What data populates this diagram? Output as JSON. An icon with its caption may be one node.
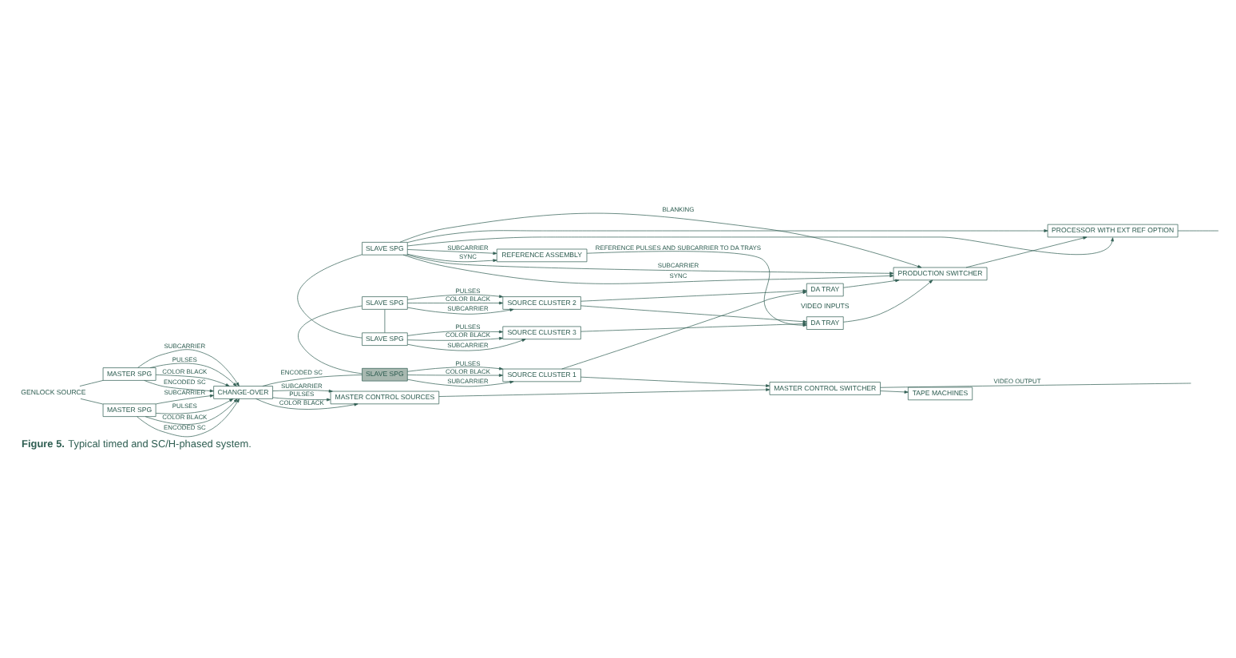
{
  "diagram": {
    "caption": "**Figure 5.** Typical timed and SC/H-phased system.",
    "nodes": [
      {
        "text": [
          "GENLOCK SOURCE"
        ]
      },
      {
        "text": [
          "MASTER SPG"
        ]
      },
      {
        "text": [
          "MASTER SPG"
        ]
      },
      {
        "text": [
          "CHANGE-OVER"
        ]
      },
      {
        "text": [
          "MASTER CONTROL SOURCES"
        ]
      },
      {
        "text": [
          "MASTER CONTROL SWITCHER"
        ]
      },
      {
        "text": [
          "TAPE MACHINES"
        ]
      },
      {
        "text": [
          "SLAVE SPG"
        ]
      },
      {
        "text": [
          "SOURCE CLUSTER 1"
        ]
      },
      {
        "text": [
          "SLAVE SPG"
        ]
      },
      {
        "text": [
          "SOURCE CLUSTER 2"
        ]
      },
      {
        "text": [
          "SLAVE SPG"
        ]
      },
      {
        "text": [
          "SOURCE CLUSTER 3"
        ]
      },
      {
        "text": [
          "SLAVE SPG"
        ]
      },
      {
        "text": [
          "REFERENCE ASSEMBLY"
        ]
      },
      {
        "text": [
          "DA TRAY"
        ]
      },
      {
        "text": [
          "DA TRAY"
        ]
      },
      {
        "text": [
          "PRODUCTION SWITCHER"
        ]
      },
      {
        "text": [
          "PROCESSOR WITH EXT REF OPTION"
        ]
      }
    ],
    "edges": [
      {
        "from": 0,
        "to": 1,
        "arrow": "none"
      },
      {
        "from": 0,
        "to": 2,
        "arrow": "none"
      },
      {
        "from": 1,
        "to": 3,
        "arrow": "to",
        "label": "SUBCARRIER"
      },
      {
        "from": 1,
        "to": 3,
        "arrow": "to",
        "label": "PULSES"
      },
      {
        "from": 1,
        "to": 3,
        "arrow": "to",
        "label": "COLOR BLACK"
      },
      {
        "from": 1,
        "to": 3,
        "arrow": "to",
        "label": "ENCODED SC"
      },
      {
        "from": 2,
        "to": 3,
        "arrow": "to",
        "label": "SUBCARRIER"
      },
      {
        "from": 2,
        "to": 3,
        "arrow": "to",
        "label": "PULSES"
      },
      {
        "from": 2,
        "to": 3,
        "arrow": "to",
        "label": "COLOR BLACK"
      },
      {
        "from": 2,
        "to": 3,
        "arrow": "to",
        "label": "ENCODED SC"
      },
      {
        "from": 3,
        "to": 4,
        "arrow": "to",
        "label": "SUBCARRIER"
      },
      {
        "from": 3,
        "to": 4,
        "arrow": "to",
        "label": "PULSES"
      },
      {
        "from": 3,
        "to": 4,
        "arrow": "to",
        "label": "COLOR BLACK"
      },
      {
        "from": 3,
        "to": 7,
        "arrow": "none",
        "label": "ENCODED SC"
      },
      {
        "from": 7,
        "to": 9,
        "arrow": "none"
      },
      {
        "from": 9,
        "to": 11,
        "arrow": "none"
      },
      {
        "from": 11,
        "to": 13,
        "arrow": "none"
      },
      {
        "from": 4,
        "to": 5,
        "arrow": "to"
      },
      {
        "from": 7,
        "to": 8,
        "arrow": "to",
        "label": "SUBCARRIER"
      },
      {
        "from": 7,
        "to": 8,
        "arrow": "to",
        "label": "PULSES"
      },
      {
        "from": 7,
        "to": 8,
        "arrow": "to",
        "label": "COLOR BLACK"
      },
      {
        "from": 9,
        "to": 10,
        "arrow": "to",
        "label": "SUBCARRIER"
      },
      {
        "from": 9,
        "to": 10,
        "arrow": "to",
        "label": "PULSES"
      },
      {
        "from": 9,
        "to": 10,
        "arrow": "to",
        "label": "COLOR BLACK"
      },
      {
        "from": 11,
        "to": 12,
        "arrow": "to",
        "label": "SUBCARRIER"
      },
      {
        "from": 11,
        "to": 12,
        "arrow": "to",
        "label": "PULSES"
      },
      {
        "from": 11,
        "to": 12,
        "arrow": "to",
        "label": "COLOR BLACK"
      },
      {
        "from": 13,
        "to": 14,
        "arrow": "to",
        "label": "SUBCARRIER"
      },
      {
        "from": 13,
        "to": 14,
        "arrow": "to",
        "label": "SYNC"
      },
      {
        "from": 13,
        "to": 17,
        "arrow": "to",
        "label": "SUBCARRIER"
      },
      {
        "from": 13,
        "to": 17,
        "arrow": "to",
        "label": "SYNC"
      },
      {
        "from": 13,
        "to": 17,
        "arrow": "to",
        "label": "BLANKING"
      },
      {
        "from": 13,
        "to": 18,
        "arrow": "to"
      },
      {
        "from": 13,
        "to": 18,
        "arrow": "to"
      },
      {
        "from": 8,
        "to": 5,
        "arrow": "to"
      },
      {
        "from": 8,
        "to": 15,
        "arrow": "to"
      },
      {
        "from": 10,
        "to": 15,
        "arrow": "to"
      },
      {
        "from": 10,
        "to": 16,
        "arrow": "to"
      },
      {
        "from": 12,
        "to": 16,
        "arrow": "to"
      },
      {
        "from": 14,
        "to": 16,
        "arrow": "to",
        "label": "REFERENCE PULSES AND SUBCARRIER TO DA TRAYS"
      },
      {
        "from": 15,
        "to": 17,
        "arrow": "to"
      },
      {
        "from": 16,
        "to": 17,
        "arrow": "to"
      },
      {
        "from": 5,
        "to": 6,
        "arrow": "to"
      },
      {
        "from": 5,
        "to": null,
        "arrow": "none",
        "label": "VIDEO OUTPUT"
      },
      {
        "from": 17,
        "to": 18,
        "arrow": "to"
      },
      {
        "from": 18,
        "to": null,
        "arrow": "none"
      }
    ],
    "labels": [
      "VIDEO INPUTS"
    ]
  }
}
